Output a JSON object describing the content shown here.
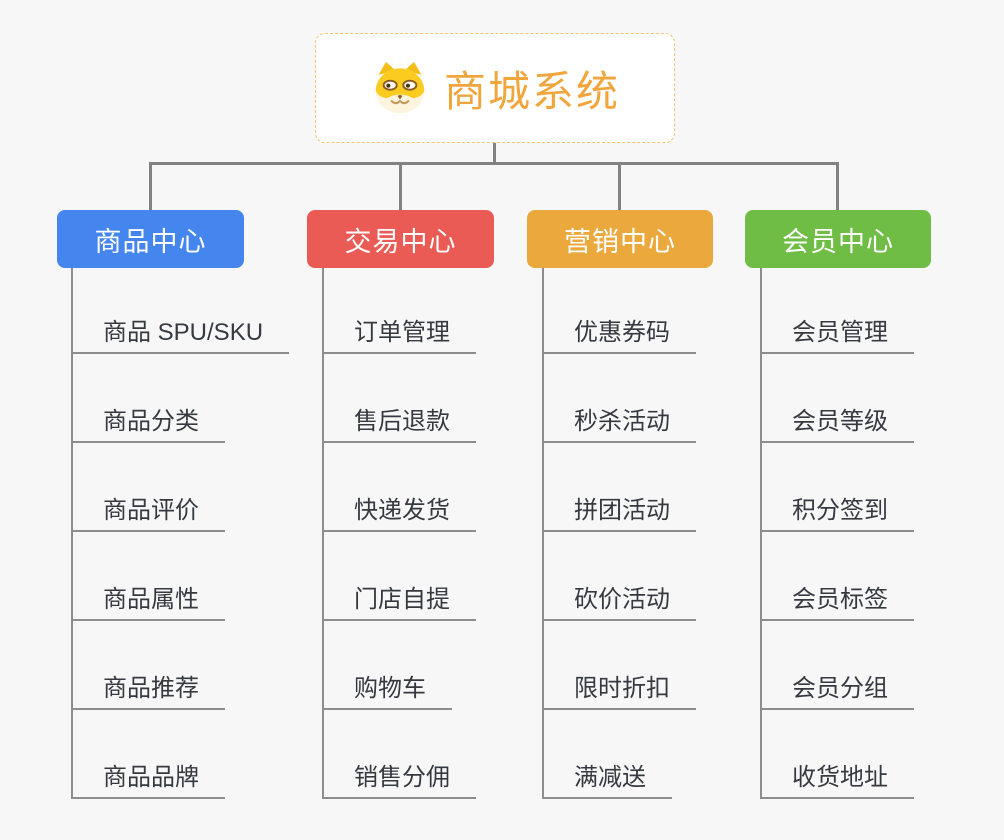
{
  "canvas": {
    "background": "#f7f7f8",
    "connector_color": "#828282",
    "line_color": "#8d8d8d",
    "item_text_color": "#363a40"
  },
  "root": {
    "title": "商城系统",
    "icon": "shiba-dog-icon",
    "text_color": "#f0a63c",
    "border_color": "#f3c271",
    "background": "#ffffff"
  },
  "branches": [
    {
      "label": "商品中心",
      "color": "#4486ee",
      "items": [
        "商品 SPU/SKU",
        "商品分类",
        "商品评价",
        "商品属性",
        "商品推荐",
        "商品品牌"
      ]
    },
    {
      "label": "交易中心",
      "color": "#e95b54",
      "items": [
        "订单管理",
        "售后退款",
        "快递发货",
        "门店自提",
        "购物车",
        "销售分佣"
      ]
    },
    {
      "label": "营销中心",
      "color": "#eba93d",
      "items": [
        "优惠券码",
        "秒杀活动",
        "拼团活动",
        "砍价活动",
        "限时折扣",
        "满减送"
      ]
    },
    {
      "label": "会员中心",
      "color": "#6fbd45",
      "items": [
        "会员管理",
        "会员等级",
        "积分签到",
        "会员标签",
        "会员分组",
        "收货地址"
      ]
    }
  ]
}
